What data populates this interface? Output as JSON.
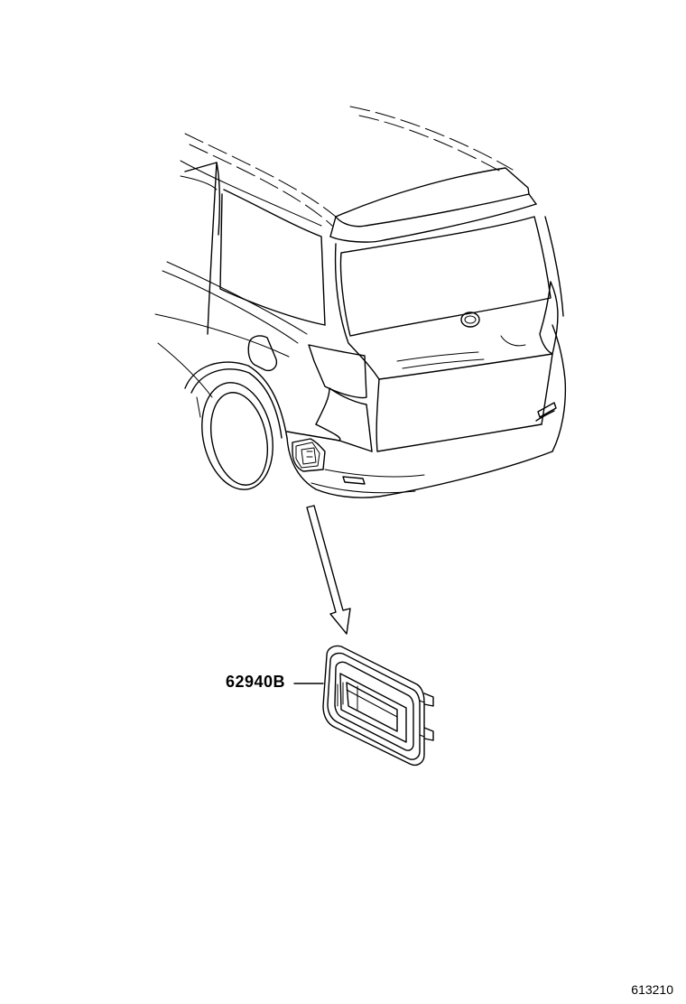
{
  "callout": {
    "part_number": "62940B"
  },
  "footer": {
    "figure_id": "613210"
  },
  "icons": {
    "vehicle": "suv-rear-view-illustration",
    "part": "air-outlet-vent-icon",
    "arrow": "pointer-arrow-icon"
  },
  "colors": {
    "line": "#000000",
    "background": "#ffffff"
  }
}
